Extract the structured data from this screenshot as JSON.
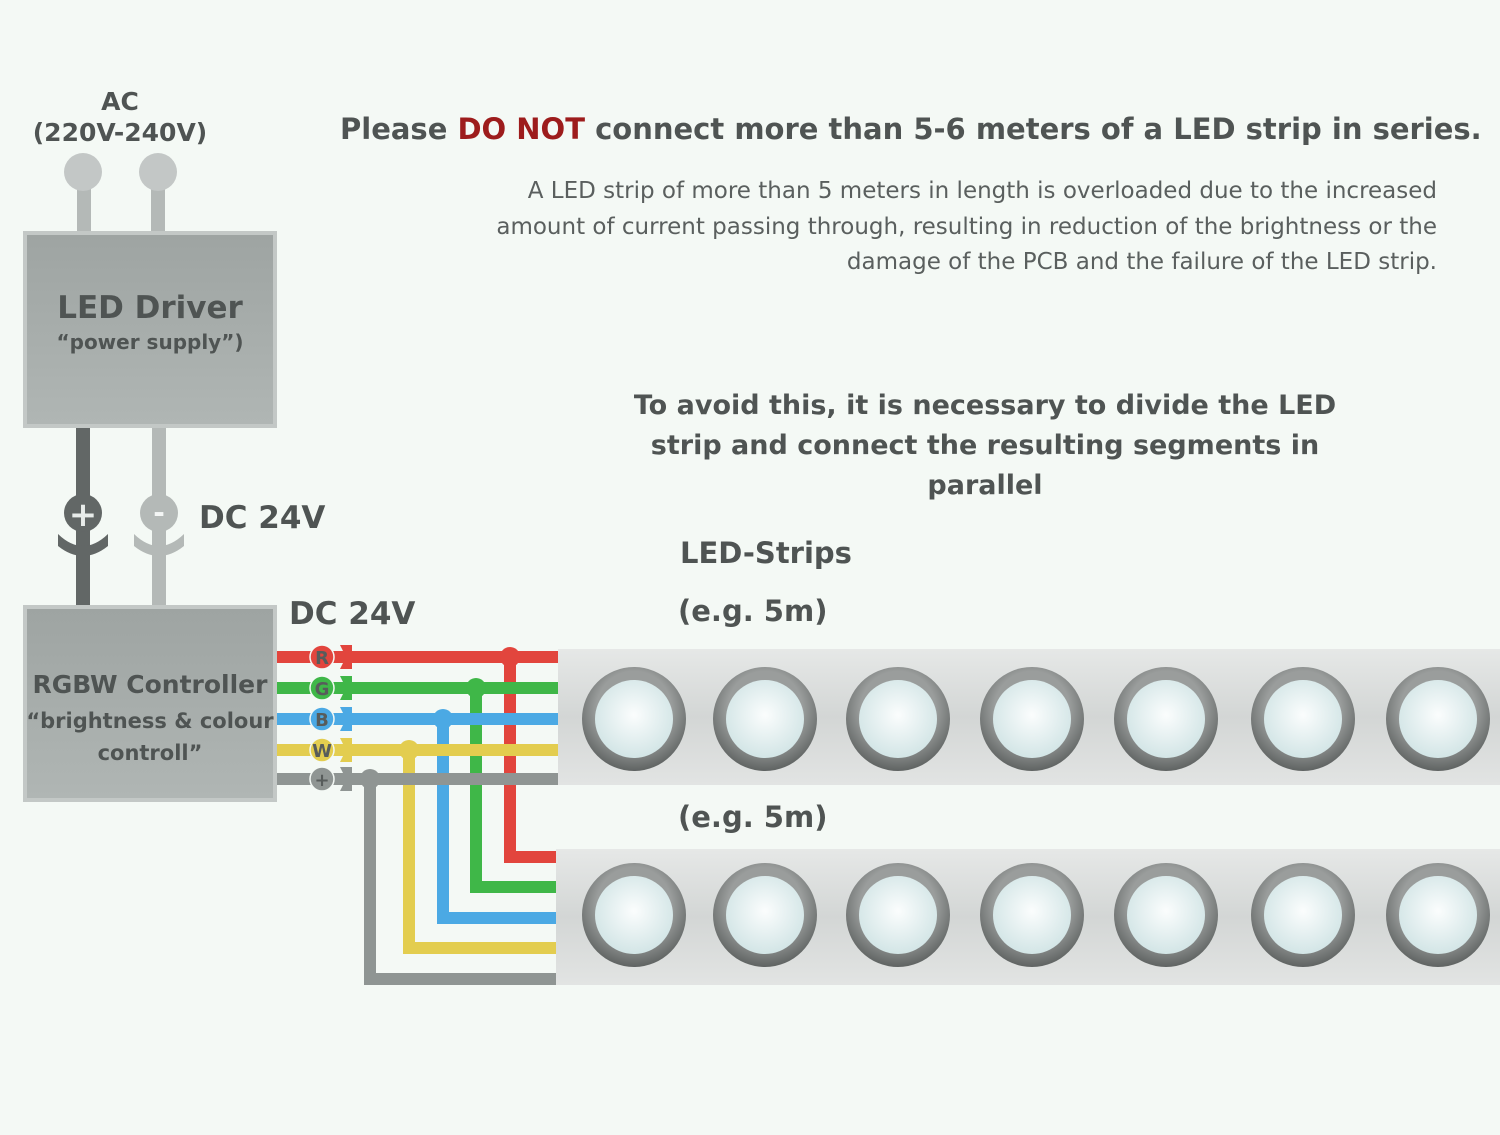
{
  "ac": {
    "title": "AC",
    "voltage": "(220V-240V)"
  },
  "headline": {
    "prefix": "Please ",
    "emphasis": "DO NOT",
    "suffix": " connect more than 5-6 meters of a LED strip in series."
  },
  "description": "A LED strip of more than 5 meters in length is overloaded due to the increased amount of current passing through, resulting in reduction of the brightness or the damage of the PCB and the failure of the LED strip.",
  "advice": "To avoid this, it is necessary to divide the LED strip and connect the resulting segments in parallel",
  "driver": {
    "title": "LED Driver",
    "subtitle": "“power supply”)"
  },
  "terminals": {
    "positive": "+",
    "negative": "-"
  },
  "dc_label_top": "DC 24V",
  "dc_label_mid": "DC 24V",
  "controller": {
    "title": "RGBW Controller",
    "subtitle": "“brightness & colour controll”"
  },
  "channels": [
    {
      "label": "R",
      "color": "#e2453d"
    },
    {
      "label": "G",
      "color": "#3fb748"
    },
    {
      "label": "B",
      "color": "#4ba9e4"
    },
    {
      "label": "W",
      "color": "#e3cd4f"
    },
    {
      "label": "+",
      "color": "#8f9593"
    }
  ],
  "strips_label": "LED-Strips",
  "strip_length_label_1": "(e.g. 5m)",
  "strip_length_label_2": "(e.g. 5m)",
  "colors": {
    "background": "#f4f9f5",
    "text": "#4f5453",
    "warning": "#9d1c1c",
    "box": "#a4aaa8",
    "strip": "#d9dcdb"
  }
}
